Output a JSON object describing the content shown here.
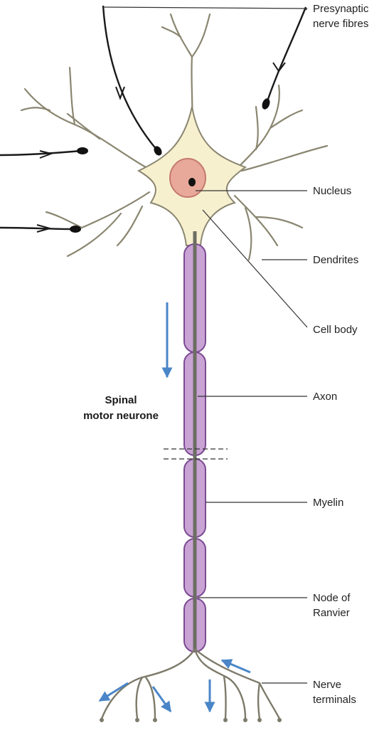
{
  "diagram": {
    "title": "Spinal\nmotor neurone",
    "labels": {
      "presynaptic": "Presynaptic\nnerve fibres",
      "nucleus": "Nucleus",
      "dendrites": "Dendrites",
      "cell_body": "Cell body",
      "axon": "Axon",
      "myelin": "Myelin",
      "node": "Node of\nRanvier",
      "terminals": "Nerve\nterminals"
    },
    "colors": {
      "cell_body": "#f7f0cf",
      "cell_outline": "#8a8670",
      "nucleus": "#e8a99a",
      "nucleolus": "#111111",
      "myelin": "#c9a3d4",
      "myelin_outline": "#7b4a93",
      "axon": "#6d6d63",
      "fibre": "#1a1a1a",
      "arrow": "#4a86c8",
      "leader": "#333333"
    },
    "icons": [
      "down-arrow-icon",
      "terminal-arrow-icon"
    ]
  }
}
